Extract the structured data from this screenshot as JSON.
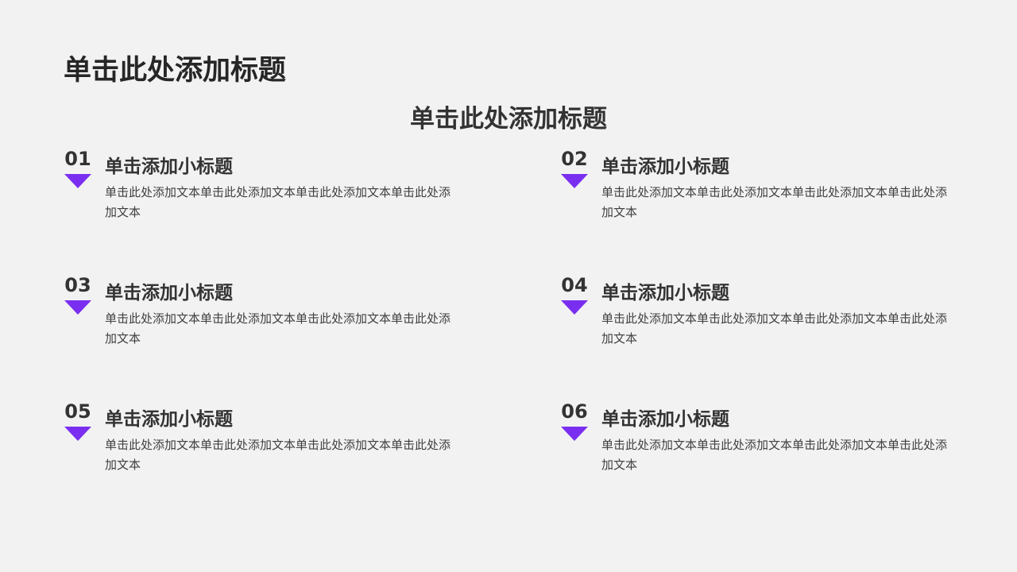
{
  "title": "单击此处添加标题",
  "subtitle": "单击此处添加标题",
  "accent": "#7a2ff0",
  "items": [
    {
      "num": "01",
      "heading": "单击添加小标题",
      "body": "单击此处添加文本单击此处添加文本单击此处添加文本单击此处添加文本"
    },
    {
      "num": "02",
      "heading": "单击添加小标题",
      "body": "单击此处添加文本单击此处添加文本单击此处添加文本单击此处添加文本"
    },
    {
      "num": "03",
      "heading": "单击添加小标题",
      "body": "单击此处添加文本单击此处添加文本单击此处添加文本单击此处添加文本"
    },
    {
      "num": "04",
      "heading": "单击添加小标题",
      "body": "单击此处添加文本单击此处添加文本单击此处添加文本单击此处添加文本"
    },
    {
      "num": "05",
      "heading": "单击添加小标题",
      "body": "单击此处添加文本单击此处添加文本单击此处添加文本单击此处添加文本"
    },
    {
      "num": "06",
      "heading": "单击添加小标题",
      "body": "单击此处添加文本单击此处添加文本单击此处添加文本单击此处添加文本"
    }
  ]
}
